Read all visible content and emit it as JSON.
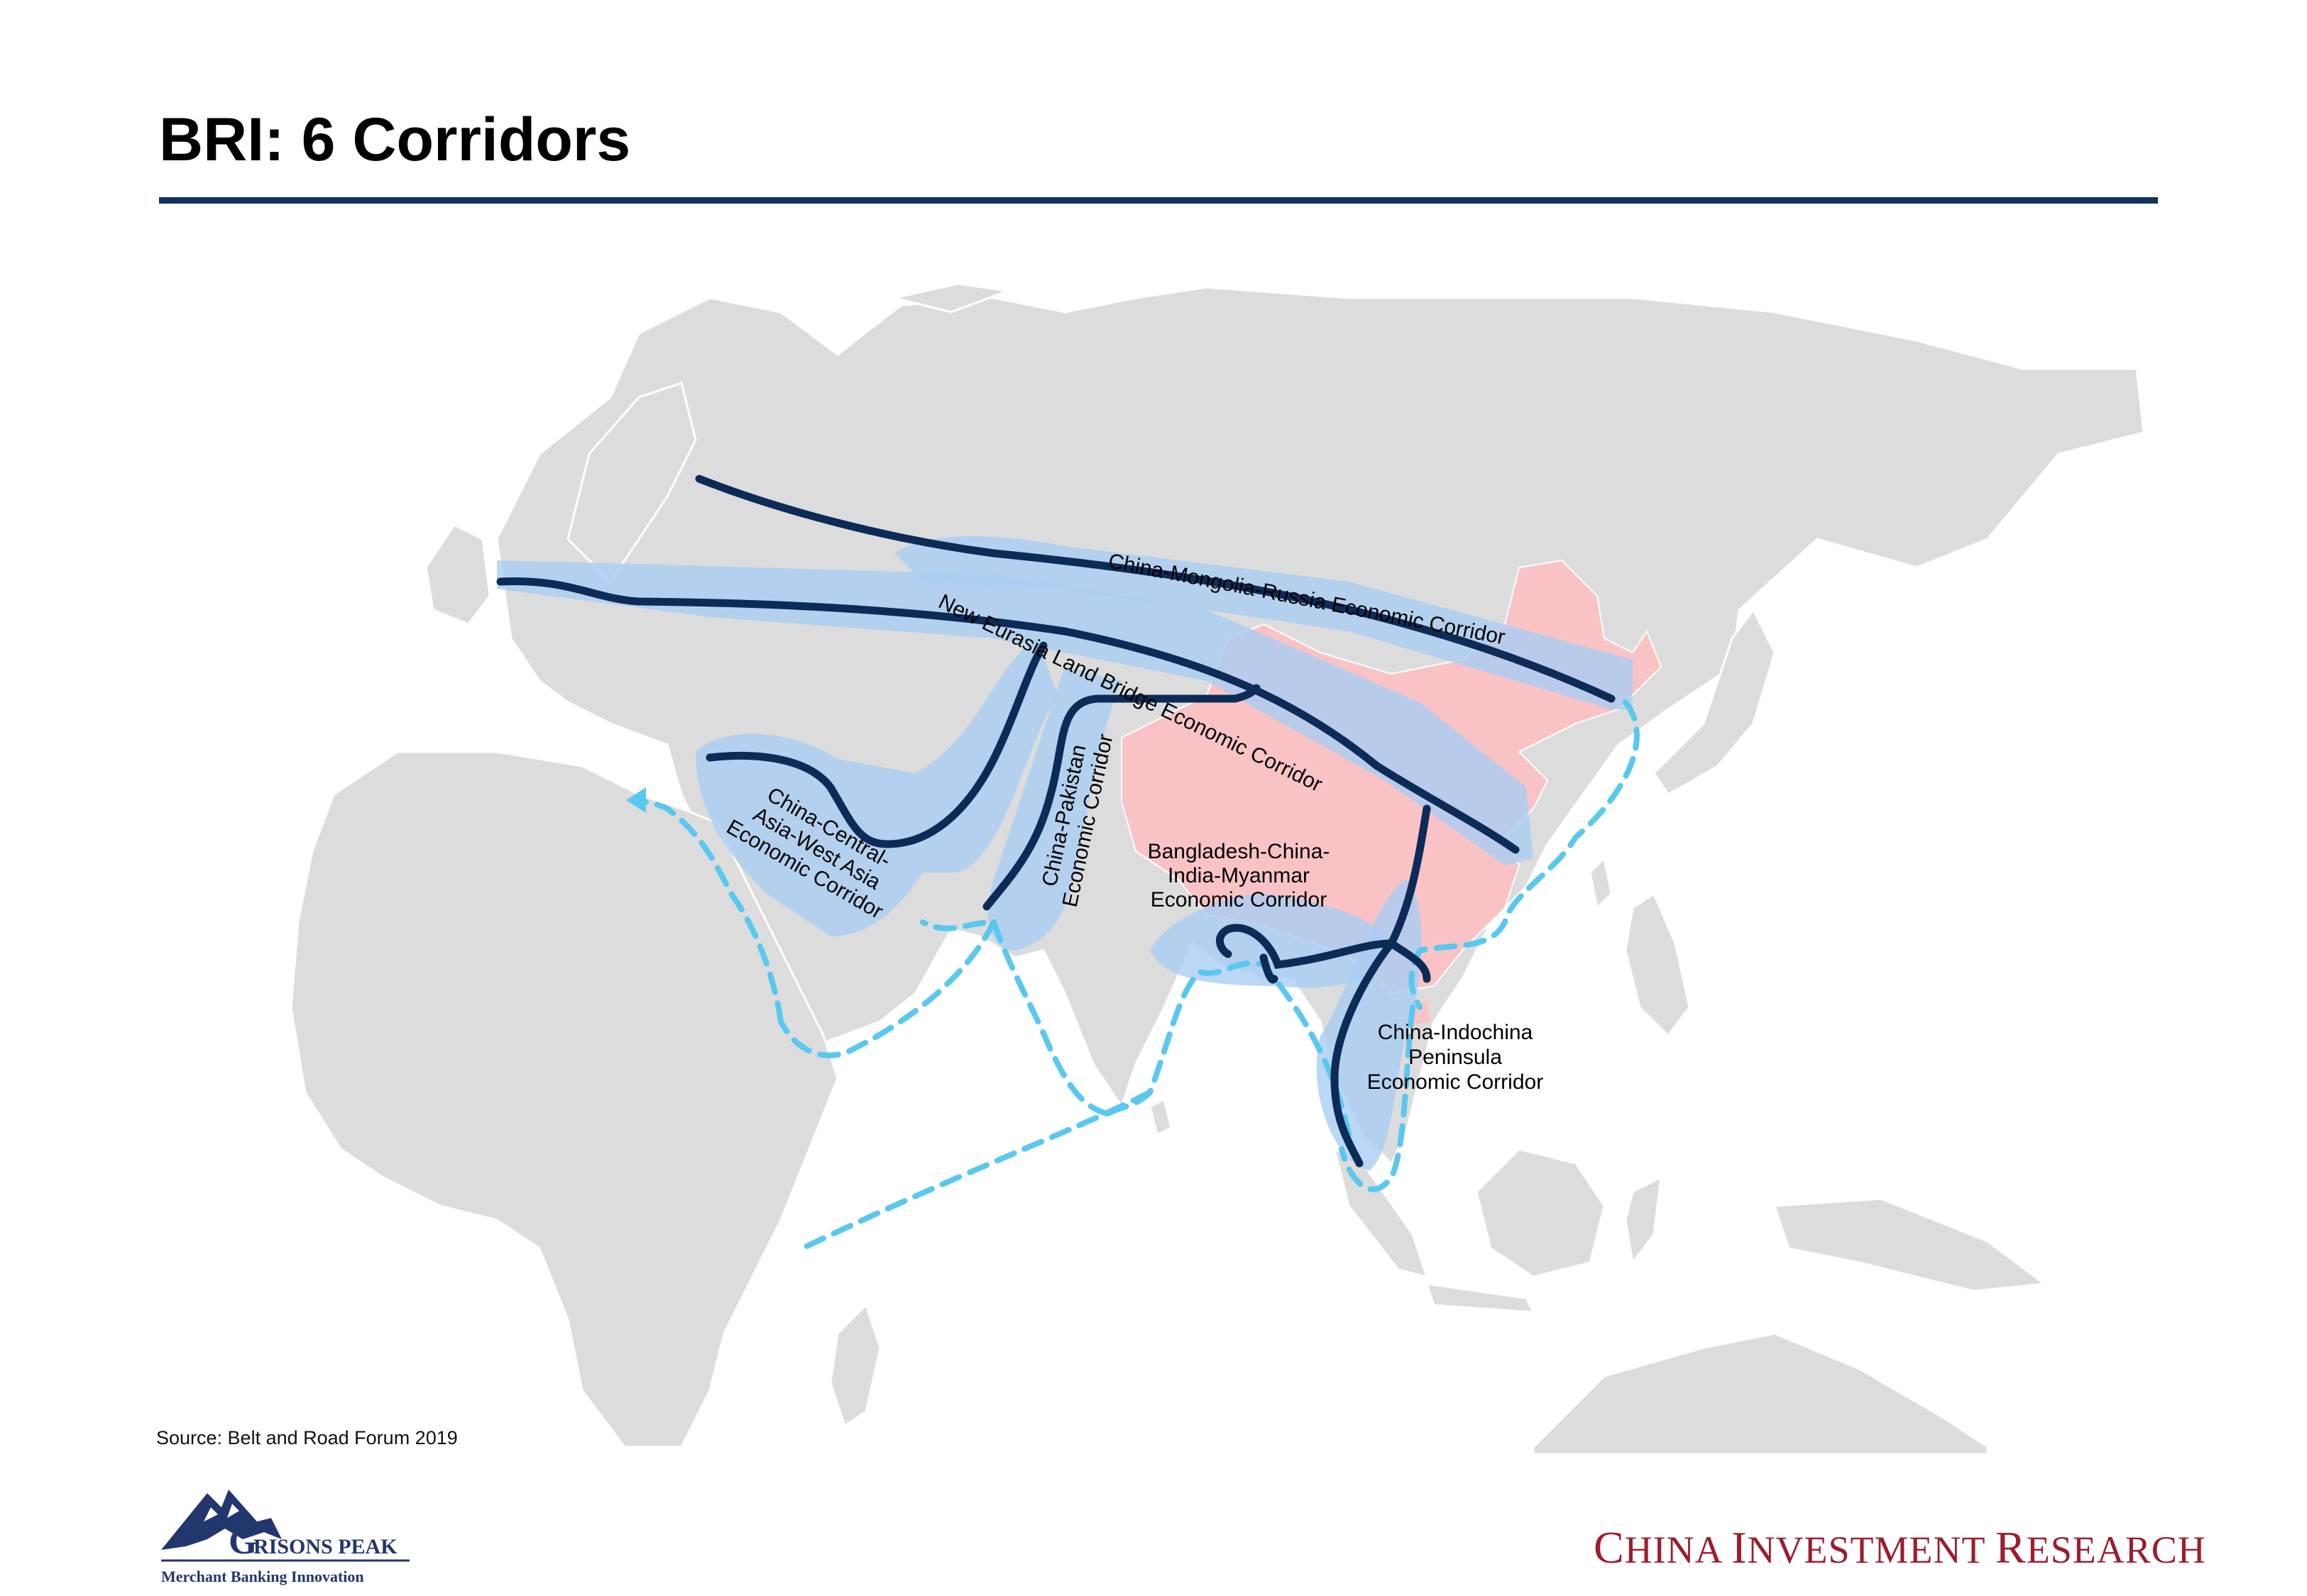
{
  "title": "BRI: 6 Corridors",
  "source": "Source: Belt and Road Forum 2019",
  "corridors": {
    "mongolia_russia": "China-Mongolia-Russia Economic Corridor",
    "eurasia_land_bridge": "New Eurasia Land Bridge Economic Corridor",
    "central_west_asia": [
      "China-Central-",
      "Asia-West Asia",
      "Economic Corridor"
    ],
    "pakistan": [
      "China-Pakistan",
      "Economic Corridor"
    ],
    "bcim": [
      "Bangladesh-China-",
      "India-Myanmar",
      "Economic Corridor"
    ],
    "indochina": [
      "China-Indochina",
      "Peninsula",
      "Economic Corridor"
    ]
  },
  "logo": {
    "name_first": "G",
    "name_rest": "RISONS PEAK",
    "tagline": "Merchant Banking Innovation"
  },
  "footer_brand": {
    "c1": "C",
    "w1": "HINA ",
    "c2": "I",
    "w2": "NVESTMENT ",
    "c3": "R",
    "w3": "ESEARCH"
  },
  "colors": {
    "title_rule": "#0f3263",
    "corridor_line": "#0d2b57",
    "corridor_band": "#a9cdf2",
    "maritime_route": "#59c8f0",
    "china": "#f9c3c6",
    "land": "#dcdcdc",
    "brand_red": "#9c1c2d"
  }
}
